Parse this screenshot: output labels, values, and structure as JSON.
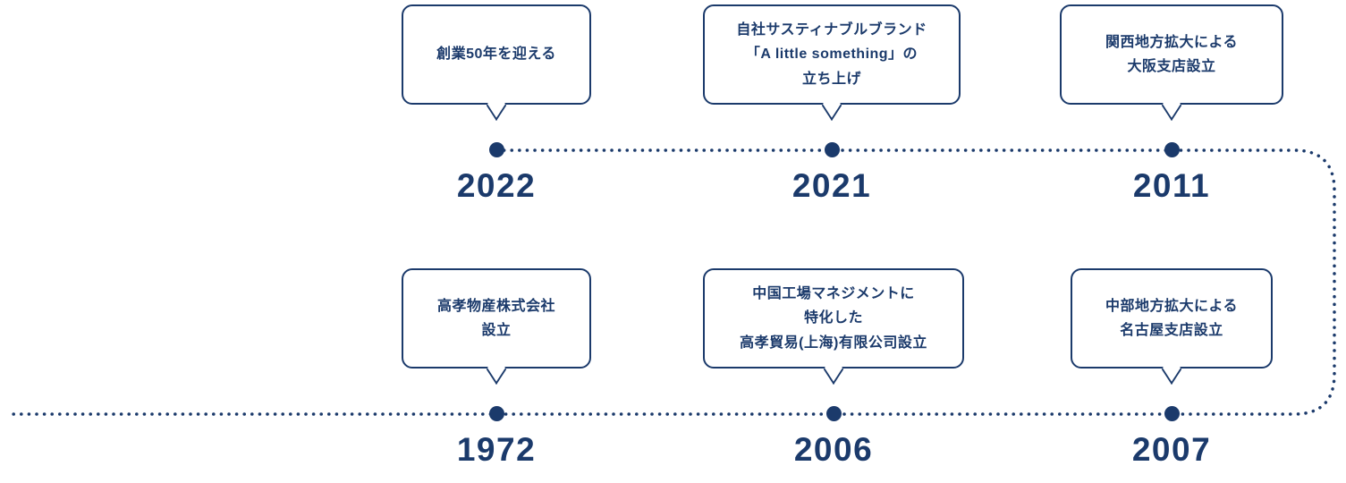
{
  "colors": {
    "accent": "#1b3a6b",
    "background": "#ffffff"
  },
  "timeline": {
    "top_row": {
      "items": [
        {
          "year": "2022",
          "label": "創業50年を迎える"
        },
        {
          "year": "2021",
          "label": "自社サスティナブルブランド\n「A little something」の\n立ち上げ"
        },
        {
          "year": "2011",
          "label": "関西地方拡大による\n大阪支店設立"
        }
      ]
    },
    "bottom_row": {
      "items": [
        {
          "year": "1972",
          "label": "高孝物産株式会社\n設立"
        },
        {
          "year": "2006",
          "label": "中国工場マネジメントに\n特化した\n高孝貿易(上海)有限公司設立"
        },
        {
          "year": "2007",
          "label": "中部地方拡大による\n名古屋支店設立"
        }
      ]
    }
  }
}
